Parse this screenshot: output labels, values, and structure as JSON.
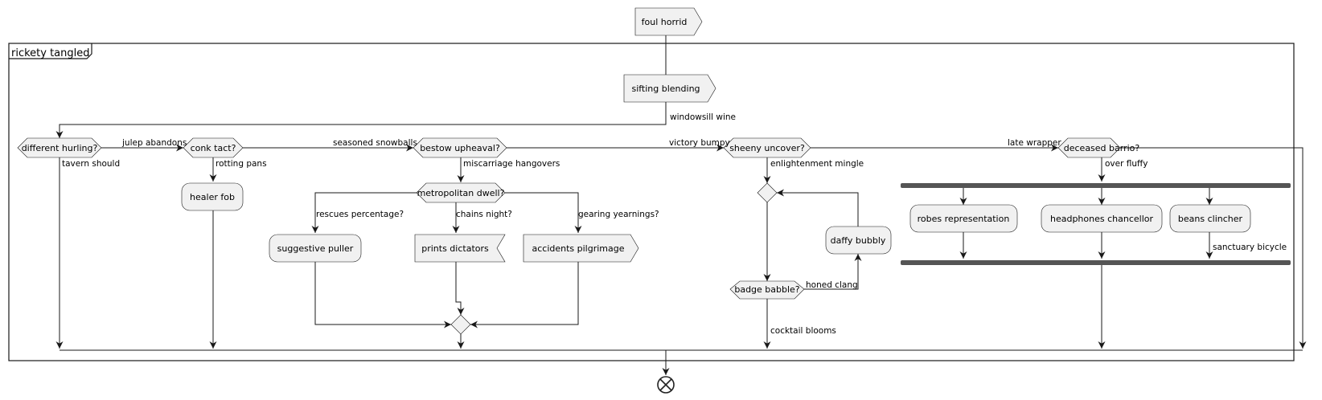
{
  "frame": {
    "title": "rickety tangled"
  },
  "nodes": {
    "foul_horrid": "foul horrid",
    "sifting_blending": "sifting blending",
    "different_hurling": "different hurling?",
    "conk_tact": "conk tact?",
    "bestow_upheaval": "bestow upheaval?",
    "sheeny_uncover": "sheeny uncover?",
    "deceased_barrio": "deceased barrio?",
    "healer_fob": "healer fob",
    "metropolitan_dwell": "metropolitan dwell?",
    "suggestive_puller": "suggestive puller",
    "prints_dictators": "prints dictators",
    "accidents_pilgrimage": "accidents pilgrimage",
    "daffy_bubbly": "daffy bubbly",
    "badge_babble": "badge babble?",
    "robes_representation": "robes representation",
    "headphones_chancellor": "headphones chancellor",
    "beans_clincher": "beans clincher"
  },
  "edges": {
    "windowsill_wine": "windowsill wine",
    "julep_abandons": "julep abandons",
    "tavern_should": "tavern should",
    "seasoned_snowballs": "seasoned snowballs",
    "rotting_pans": "rotting pans",
    "victory_bumpy": "victory bumpy",
    "miscarriage_hangovers": "miscarriage hangovers",
    "late_wrapper": "late wrapper",
    "enlightenment_mingle": "enlightenment mingle",
    "over_fluffy": "over fluffy",
    "rescues_percentage": "rescues percentage?",
    "chains_night": "chains night?",
    "gearing_yearnings": "gearing yearnings?",
    "honed_clang": "honed clang",
    "cocktail_blooms": "cocktail blooms",
    "sanctuary_bicycle": "sanctuary bicycle"
  }
}
